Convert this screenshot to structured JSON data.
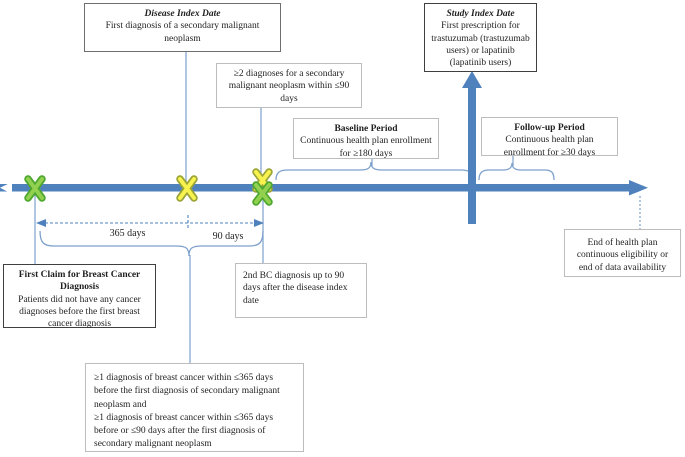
{
  "figure": {
    "type": "study-design-timeline",
    "boxes": {
      "disease_index": {
        "title": "Disease Index Date",
        "body": "First diagnosis of a secondary malignant neoplasm"
      },
      "study_index": {
        "title": "Study Index Date",
        "body": "First prescription for trastuzumab (trastuzumab users) or lapatinib (lapatinib users)"
      },
      "secondary_diagnoses": {
        "body": "≥2 diagnoses for a secondary malignant neoplasm within ≤90 days"
      },
      "baseline": {
        "title": "Baseline Period",
        "body": "Continuous health plan enrollment for ≥180 days"
      },
      "followup": {
        "title": "Follow-up Period",
        "body": "Continuous health plan enrollment for ≥30 days"
      },
      "first_claim": {
        "title": "First Claim for Breast Cancer Diagnosis",
        "body": "Patients did not have any cancer diagnoses before the first breast cancer diagnosis"
      },
      "second_bc": {
        "body": "2nd BC diagnosis up to 90 days after the disease index date"
      },
      "end_of_plan": {
        "body": "End of health plan continuous eligibility or end of data availability"
      },
      "inclusion": {
        "line1": "≥1 diagnosis of breast cancer within ≤365 days before the first diagnosis of secondary malignant neoplasm and",
        "line2": "≥1 diagnosis of breast cancer within ≤365 days before or ≤90 days after the first diagnosis of secondary malignant neoplasm"
      }
    },
    "labels": {
      "days_365": "365 days",
      "days_90": "90 days"
    },
    "markers": [
      {
        "icon": "x-marker-green",
        "meaning": "first claim for breast cancer diagnosis"
      },
      {
        "icon": "x-marker-yellow",
        "meaning": "disease index date"
      },
      {
        "icon": "x-marker-yellow",
        "meaning": "2nd BC diagnosis"
      },
      {
        "icon": "x-marker-green",
        "meaning": "2nd BC diagnosis"
      }
    ]
  },
  "colors": {
    "timeline-blue": "#4f81bd",
    "connector-blue": "#7da0cc",
    "green-x-fill": "#92d050",
    "green-x-stroke": "#4ea72e",
    "yellow-x-fill": "#f7f24e",
    "yellow-x-stroke": "#9aa437"
  }
}
